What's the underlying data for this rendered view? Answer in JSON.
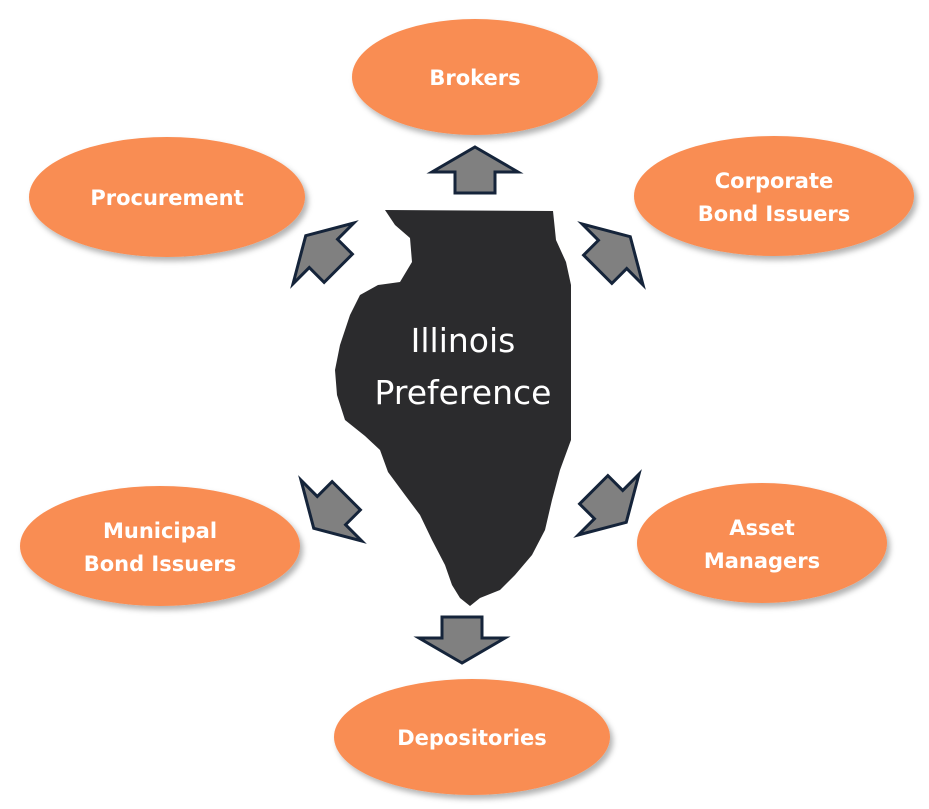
{
  "center": {
    "line1": "Illinois",
    "line2": "Preference"
  },
  "nodes": {
    "brokers": {
      "line1": "Brokers"
    },
    "procurement": {
      "line1": "Procurement"
    },
    "corporate": {
      "line1": "Corporate",
      "line2": "Bond Issuers"
    },
    "municipal": {
      "line1": "Municipal",
      "line2": "Bond Issuers"
    },
    "asset": {
      "line1": "Asset",
      "line2": "Managers"
    },
    "depositories": {
      "line1": "Depositories"
    }
  },
  "colors": {
    "node": "#F98D53",
    "state": "#2B2B2D",
    "arrow": "#808080",
    "arrow_outline": "#15243A"
  }
}
